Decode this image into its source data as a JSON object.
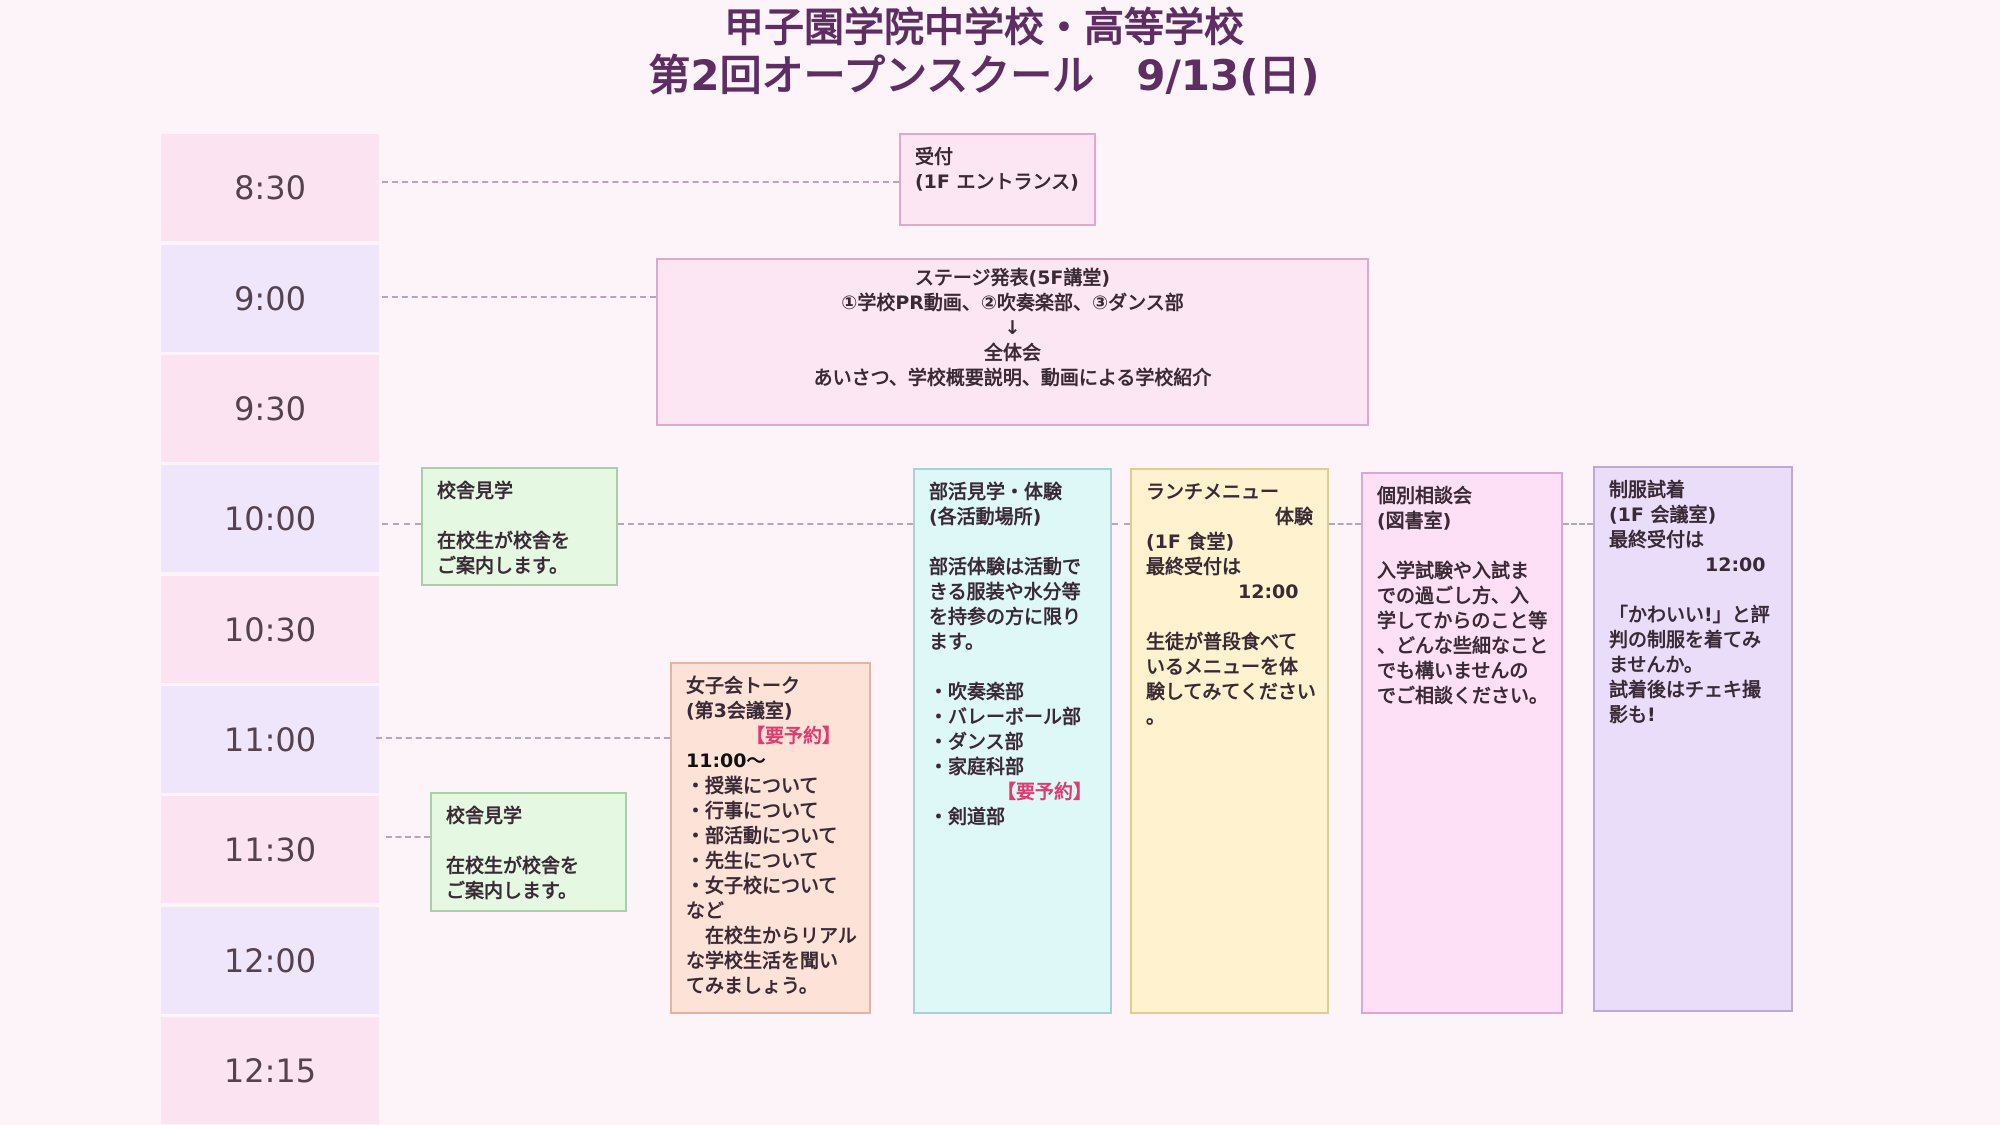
{
  "header": {
    "title_line1": "甲子園学院中学校・高等学校",
    "title_line2": "第2回オープンスクール　9/13(日)"
  },
  "times": [
    "8:30",
    "9:00",
    "9:30",
    "10:00",
    "10:30",
    "11:00",
    "11:30",
    "12:00",
    "12:15"
  ],
  "events": {
    "reception": {
      "title": "受付",
      "lines": [
        "(1F エントランス)"
      ]
    },
    "stage": {
      "lines": [
        "ステージ発表(5F講堂)",
        "①学校PR動画、②吹奏楽部、③ダンス部",
        "↓",
        "全体会",
        "あいさつ、学校概要説明、動画による学校紹介"
      ]
    },
    "tour1": {
      "title": "校舎見学",
      "lines": [
        "",
        "在校生が校舎を",
        "ご案内します。"
      ]
    },
    "tour2": {
      "title": "校舎見学",
      "lines": [
        "",
        "在校生が校舎を",
        "ご案内します。"
      ]
    },
    "girls_talk": {
      "title": "女子会トーク",
      "lines_a": [
        "(第3会議室)"
      ],
      "reserve": "【要予約】",
      "time": "11:00～",
      "lines_b": [
        "・授業について",
        "・行事について",
        "・部活動について",
        "・先生について",
        "・女子校について",
        "など",
        "　在校生からリアル",
        "な学校生活を聞い",
        "てみましょう。"
      ]
    },
    "clubs": {
      "title": "部活見学・体験",
      "lines_a": [
        "(各活動場所)",
        "",
        "部活体験は活動で",
        "きる服装や水分等",
        "を持参の方に限り",
        "ます。",
        "",
        "・吹奏楽部",
        "・バレーボール部",
        "・ダンス部",
        "・家庭科部"
      ],
      "reserve": "【要予約】",
      "lines_b": [
        "・剣道部"
      ]
    },
    "lunch": {
      "title": "ランチメニュー",
      "lines": [
        "体験",
        "(1F 食堂)",
        "最終受付は",
        "12:00",
        "",
        "生徒が普段食べて",
        "いるメニューを体",
        "験してみてください",
        "。"
      ]
    },
    "consult": {
      "title": "個別相談会",
      "lines": [
        "(図書室)",
        "",
        "入学試験や入試ま",
        "での過ごし方、入",
        "学してからのこと等",
        "、どんな些細なこと",
        "でも構いませんの",
        "でご相談ください。"
      ]
    },
    "uniform": {
      "title": "制服試着",
      "lines": [
        "(1F 会議室)",
        "最終受付は",
        "12:00",
        "",
        "「かわいい!」と評",
        "判の制服を着てみ",
        "ませんか。",
        "試着後はチェキ撮",
        "影も!"
      ]
    }
  },
  "colors": {
    "title": "#5e2e63",
    "reserve_red": "#e03a6e",
    "time_pink": "#fbe3f1",
    "time_lavender": "#efe6fb"
  }
}
